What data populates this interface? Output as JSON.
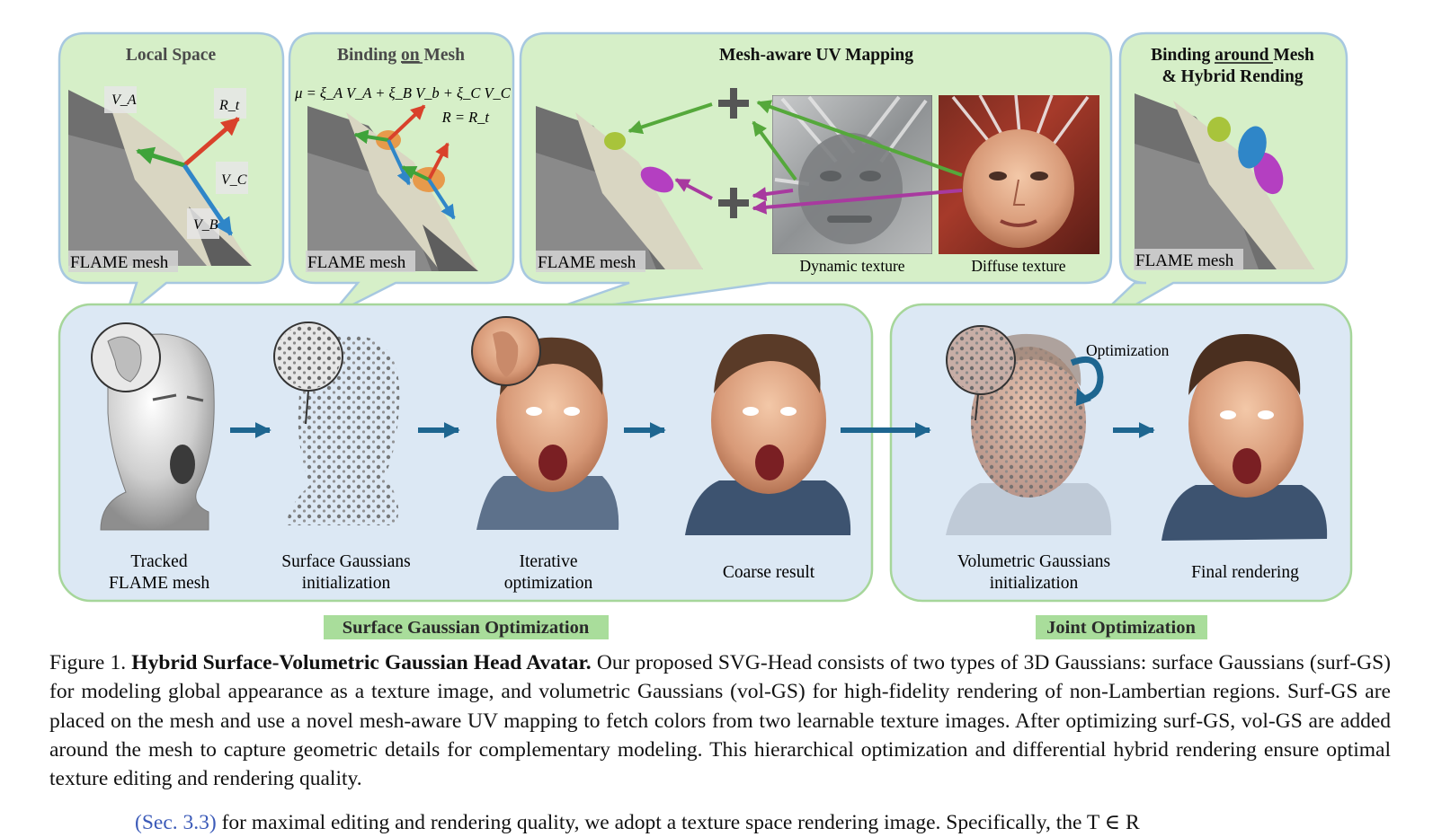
{
  "panels": {
    "local_space": {
      "title": "Local Space",
      "vA": "V_A",
      "vB": "V_B",
      "vC": "V_C",
      "rt": "R_t",
      "mesh_label": "FLAME mesh"
    },
    "binding_on": {
      "title_pre": "Binding ",
      "title_under": "on",
      "title_post": " Mesh",
      "eq1": "μ = ξ_A V_A + ξ_B V_b + ξ_C V_C",
      "eq2": "R = R_t",
      "mesh_label": "FLAME mesh"
    },
    "uv_mapping": {
      "title": "Mesh-aware UV Mapping",
      "mesh_label": "FLAME mesh",
      "dynamic_label": "Dynamic texture",
      "diffuse_label": "Diffuse texture"
    },
    "binding_around": {
      "title1_pre": "Binding ",
      "title1_under": "around",
      "title1_post": " Mesh",
      "title2": "& Hybrid Rending",
      "mesh_label": "FLAME mesh"
    }
  },
  "pipeline": {
    "steps": [
      {
        "label1": "Tracked",
        "label2": "FLAME mesh"
      },
      {
        "label1": "Surface Gaussians",
        "label2": "initialization"
      },
      {
        "label1": "Iterative",
        "label2": "optimization"
      },
      {
        "label1": "Coarse result",
        "label2": ""
      },
      {
        "label1": "Volumetric Gaussians",
        "label2": "initialization"
      },
      {
        "label1": "Final rendering",
        "label2": ""
      }
    ],
    "optimization_label": "Optimization",
    "stage_left": "Surface Gaussian Optimization",
    "stage_right": "Joint Optimization"
  },
  "caption": {
    "prefix": "Figure 1.",
    "bold": "Hybrid Surface-Volumetric Gaussian Head Avatar.",
    "text": "Our proposed SVG-Head consists of two types of 3D Gaussians: surface Gaussians (surf-GS) for modeling global appearance as a texture image, and volumetric Gaussians (vol-GS) for high-fidelity rendering of non-Lambertian regions. Surf-GS are placed on the mesh and use a novel mesh-aware UV mapping to fetch colors from two learnable texture images. After optimizing surf-GS, vol-GS are added around the mesh to capture geometric details for complementary modeling. This hierarchical optimization and differential hybrid rendering ensure optimal texture editing and rendering quality."
  },
  "continuation": {
    "ref": "(Sec. 3.3)",
    "text": " for maximal editing and rendering quality, we adopt a texture space rendering image. Specifically, the T ∈ R"
  },
  "colors": {
    "panel_green": "#d6efc8",
    "panel_green_border": "#a7c8e0",
    "pipeline_blue": "#dce8f4",
    "pipeline_border": "#a6d69a",
    "stage_highlight": "#a9dd9b",
    "arrow_blue": "#1e6690",
    "green_arrow": "#55a83b",
    "purple_arrow": "#a83a9f",
    "red_arrow": "#d9412b"
  }
}
